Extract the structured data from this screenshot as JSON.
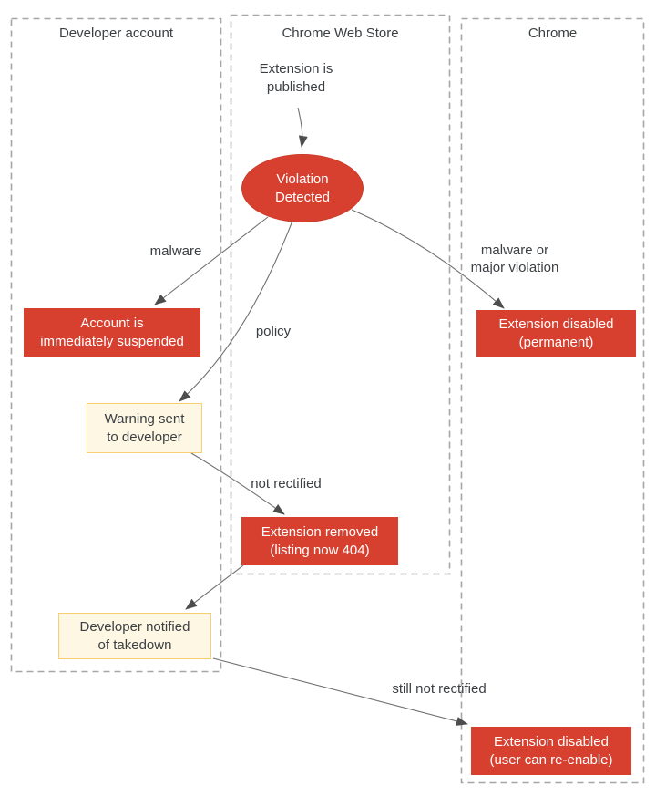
{
  "lanes": [
    {
      "label": "Developer account"
    },
    {
      "label": "Chrome Web Store"
    },
    {
      "label": "Chrome"
    }
  ],
  "nodes": {
    "published": "Extension is\npublished",
    "violation_detected": "Violation\nDetected",
    "account_suspended": "Account is\nimmediately suspended",
    "extension_disabled_permanent": "Extension disabled\n(permanent)",
    "warning_sent": "Warning sent\nto developer",
    "extension_removed": "Extension removed\n(listing now 404)",
    "developer_notified": "Developer notified\nof takedown",
    "extension_disabled_reenable": "Extension disabled\n(user can re-enable)"
  },
  "edge_labels": {
    "malware": "malware",
    "malware_or_major": "malware or\nmajor violation",
    "policy": "policy",
    "not_rectified": "not rectified",
    "still_not_rectified": "still not rectified"
  },
  "colors": {
    "danger_red": "#d7402f",
    "warning_bg": "#fdf7e3",
    "warning_border": "#f5cf72",
    "text": "#3c4043",
    "arrow_line": "#707070",
    "arrow_head": "#4d4d4d",
    "lane_border": "#a6a6a6"
  }
}
